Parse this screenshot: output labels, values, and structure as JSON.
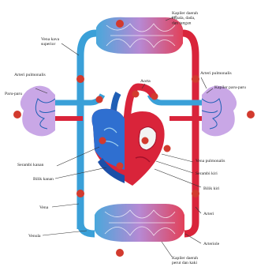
{
  "labels": {
    "top_right_capillaries": "Kapiler daerah kepala, dada, dan tangan",
    "vena_cava_superior": "Vena kava superior",
    "arteri_pulmonalis_left": "Arteri pulmonalis",
    "paru_paru_left": "Paru-paru",
    "aorta": "Aorta",
    "arteri_pulmonalis_right": "Arteri pulmonalis",
    "paru_paru_right": "Kapiler paru-paru",
    "serambi_kanan": "Serambi kanan",
    "bilik_kanan": "Bilik kanan",
    "vena_pulmonalis": "Vena pulmonalis",
    "serambi_kiri": "Serambi kiri",
    "bilik_kiri": "Bilik kiri",
    "vena": "Vena",
    "arteri": "Arteri",
    "venula": "Venula",
    "arteriole": "Arteriole",
    "bottom_capillaries": "Kapiler daerah perut dan kaki"
  },
  "markers": {
    "top": "⑪",
    "bottom": "⑪"
  },
  "colors": {
    "oxygenated": "#d9243a",
    "deoxygenated": "#3aa0d8",
    "deoxygenated_dark": "#1f5fb5",
    "lung": "#c9a7e6",
    "marker": "#d23a2e"
  }
}
